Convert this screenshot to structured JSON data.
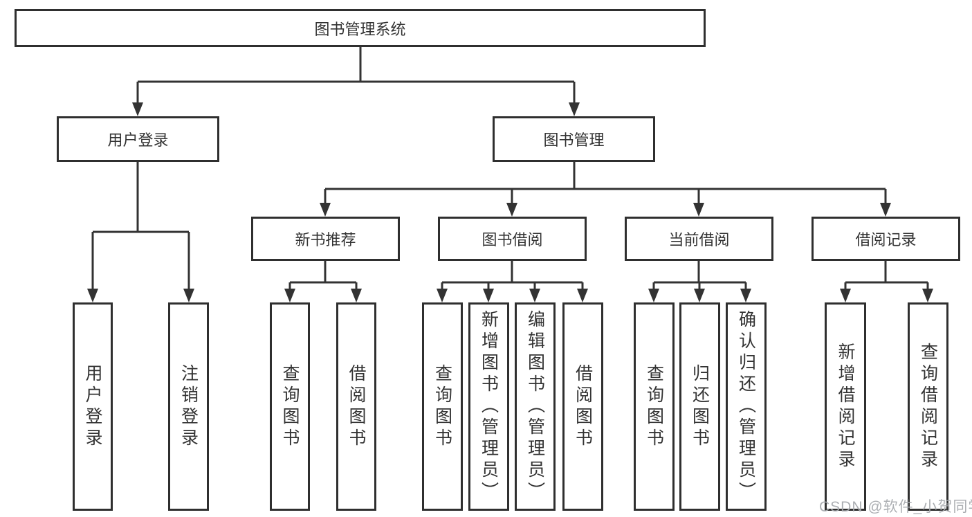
{
  "nodes": {
    "root": "图书管理系统",
    "user_login": "用户登录",
    "book_mgmt": "图书管理",
    "new_book_rec": "新书推荐",
    "book_borrow": "图书借阅",
    "current_borrow": "当前借阅",
    "borrow_record": "借阅记录",
    "login": "用户登录",
    "logout": "注销登录",
    "nbr_query_book": "查询图书",
    "nbr_borrow_book": "借阅图书",
    "bb_query_book": "查询图书",
    "bb_add_book": "新增图书（管理员）",
    "bb_edit_book": "编辑图书（管理员）",
    "bb_borrow_book": "借阅图书",
    "cb_query_book": "查询图书",
    "cb_return_book": "归还图书",
    "cb_confirm_return": "确认归还（管理员）",
    "br_add_record": "新增借阅记录",
    "br_query_record": "查询借阅记录"
  },
  "watermark": "CSDN @软件_小贺同学",
  "colors": {
    "line": "#333333",
    "box_border": "#2f2f2f",
    "text": "#333333",
    "watermark": "#a8abaf",
    "background": "#ffffff"
  }
}
